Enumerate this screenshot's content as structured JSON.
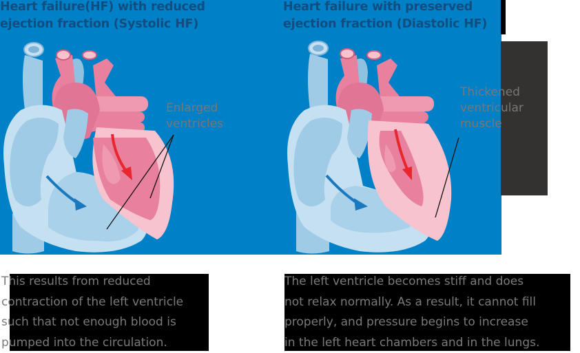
{
  "panels": [
    {
      "title_line1": "Heart failure(HF) with reduced",
      "title_line2": "ejection fraction (Systolic HF)",
      "label_line1": "Enlarged",
      "label_line2": "ventricles",
      "caption": [
        "This results from reduced",
        "contraction of the left ventricle",
        "such that not enough blood is",
        "pumped into the circulation."
      ]
    },
    {
      "title_line1": "Heart failure with preserved",
      "title_line2": "ejection fraction (Diastolic HF)",
      "label_line1": "Thickened",
      "label_line2": "ventricular",
      "label_line3": "muscle",
      "caption": [
        "The left ventricle becomes stiff and does",
        "not relax normally. As a result, it cannot fill",
        "properly, and pressure begins to increase",
        "in the left heart chambers and in the lungs."
      ]
    }
  ],
  "colors": {
    "background_blue": "#0080c6",
    "title_navy": "#124d80",
    "label_gray": "#777777",
    "heart_pink": "#e8819e",
    "heart_lightpink": "#f7c3cf",
    "heart_blue": "#9fcbe6",
    "heart_lightblue": "#c4e0f1",
    "arrow_red": "#e8262e",
    "arrow_blue": "#1a79bd",
    "dark_panel": "#333231"
  }
}
